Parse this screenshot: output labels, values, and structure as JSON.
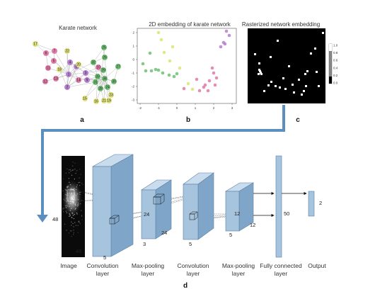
{
  "panel_a": {
    "title": "Karate network",
    "sub_label": "a",
    "colors": {
      "pink": "#e07aa6",
      "purple": "#b47fd0",
      "green": "#6fbf73",
      "yellow": "#dfe27a"
    },
    "nodes": [
      {
        "id": "17",
        "c": "yellow"
      },
      {
        "id": "6",
        "c": "pink"
      },
      {
        "id": "7",
        "c": "pink"
      },
      {
        "id": "5",
        "c": "pink"
      },
      {
        "id": "11",
        "c": "pink"
      },
      {
        "id": "22",
        "c": "yellow"
      },
      {
        "id": "12",
        "c": "pink"
      },
      {
        "id": "18",
        "c": "yellow"
      },
      {
        "id": "1",
        "c": "purple"
      },
      {
        "id": "4",
        "c": "purple"
      },
      {
        "id": "8",
        "c": "purple"
      },
      {
        "id": "3",
        "c": "purple"
      },
      {
        "id": "14",
        "c": "pink"
      },
      {
        "id": "2",
        "c": "purple"
      },
      {
        "id": "20",
        "c": "yellow"
      },
      {
        "id": "13",
        "c": "pink"
      },
      {
        "id": "9",
        "c": "purple"
      },
      {
        "id": "10",
        "c": "pink"
      },
      {
        "id": "32",
        "c": "green"
      },
      {
        "id": "31",
        "c": "green"
      },
      {
        "id": "29",
        "c": "green"
      },
      {
        "id": "25",
        "c": "green"
      },
      {
        "id": "26",
        "c": "green"
      },
      {
        "id": "28",
        "c": "green"
      },
      {
        "id": "33",
        "c": "green"
      },
      {
        "id": "34",
        "c": "green"
      },
      {
        "id": "24",
        "c": "green"
      },
      {
        "id": "30",
        "c": "green"
      },
      {
        "id": "27",
        "c": "green"
      },
      {
        "id": "15",
        "c": "yellow"
      },
      {
        "id": "16",
        "c": "yellow"
      },
      {
        "id": "21",
        "c": "yellow"
      },
      {
        "id": "19",
        "c": "yellow"
      },
      {
        "id": "23",
        "c": "yellow"
      }
    ]
  },
  "panel_b": {
    "title": "2D embedding of karate network",
    "sub_label": "b",
    "xticks": [
      "-2",
      "-1",
      "0",
      "1",
      "2",
      "3"
    ],
    "yticks": [
      "2",
      "1",
      "0",
      "-1",
      "-2",
      "-3"
    ]
  },
  "panel_c": {
    "title": "Rasterized network embedding",
    "sub_label": "c",
    "colorbar_ticks": [
      "1.0",
      "0.8",
      "0.6",
      "0.4",
      "0.2",
      "0.0"
    ]
  },
  "panel_d": {
    "sub_label": "d",
    "dims": {
      "input_h": "48",
      "input_w": "48",
      "conv1": "5",
      "pool1_a": "24",
      "pool1_b": "24",
      "pool1_c": "3",
      "conv2": "5",
      "pool2_a": "12",
      "pool2_b": "12",
      "pool2_c": "5",
      "fc": "50",
      "out": "2"
    },
    "labels": {
      "image": "Image",
      "conv1": [
        "Convolution",
        "layer"
      ],
      "pool1": [
        "Max-pooling",
        "layer"
      ],
      "conv2": [
        "Convolution",
        "layer"
      ],
      "pool2": [
        "Max-pooling",
        "layer"
      ],
      "fc": [
        "Fully connected",
        "layer"
      ],
      "output": "Output"
    }
  }
}
